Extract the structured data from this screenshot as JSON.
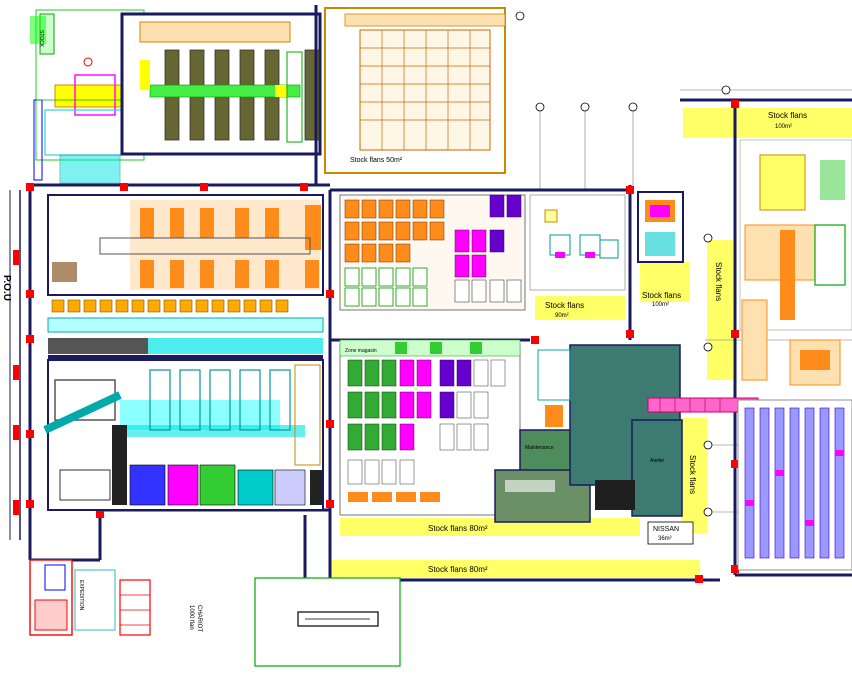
{
  "labels": {
    "stock_top_center": "Stock flans 50m²",
    "stock_right_top": "Stock flans",
    "stock_right_top_sub": "100m²",
    "stock_center": "Stock flans",
    "stock_center_sub": "90m²",
    "stock_small": "Stock flans",
    "stock_small_sub": "100m²",
    "stock_vertical_1": "Stock flans",
    "stock_vertical_2": "Stock flans",
    "stock_bottom_1": "Stock flans 80m²",
    "stock_bottom_2": "Stock flans 80m²",
    "nissan": "NISSAN",
    "nissan_sub": "36m²",
    "pou": "P.O.U",
    "forklift": "CHARIOT",
    "forklift_sub": "1000 flan",
    "left_top_tag": "STOCK",
    "left_bottom_tag": "EXPEDITION",
    "center_tag": "Maintenance",
    "hall_tag": "Zone magasin",
    "right_tag": "Atelier"
  },
  "colors": {
    "wall": "#1a1a5e",
    "red_column": "#ff0000",
    "stock_zone": "#ffff66",
    "green_room": "#4f8c5c",
    "teal_room": "#3c7a72",
    "magenta": "#ff00ff",
    "orange": "#ff8c1a",
    "purple": "#6600cc",
    "cyan": "#00e5e5"
  }
}
